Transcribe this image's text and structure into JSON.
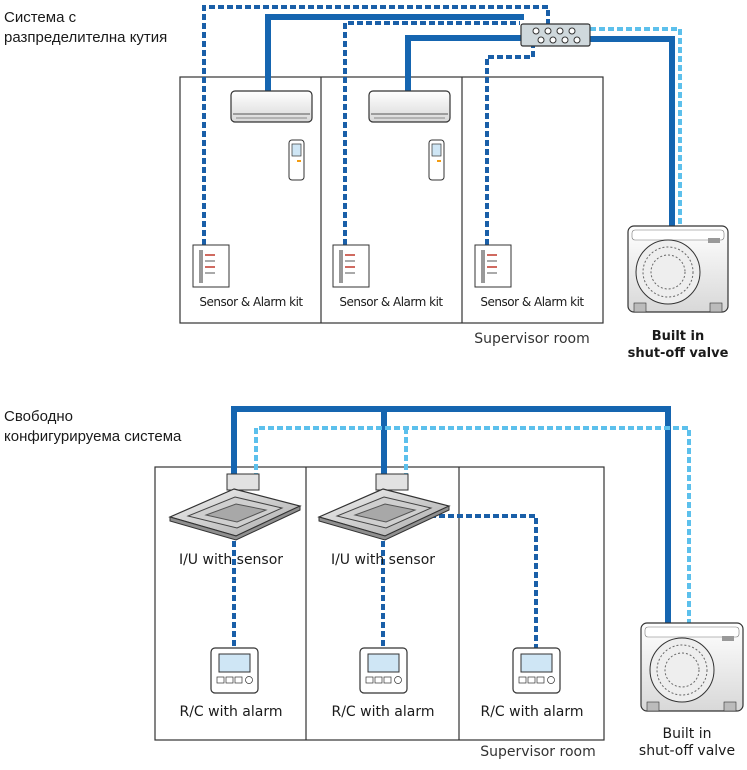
{
  "top": {
    "caption": [
      "Система с",
      "разпределителна кутия"
    ],
    "rooms": [
      {
        "kit_label": "Sensor & Alarm kit"
      },
      {
        "kit_label": "Sensor & Alarm kit"
      },
      {
        "kit_label": "Sensor & Alarm kit"
      }
    ],
    "supervisor_label": "Supervisor room",
    "outdoor_label": [
      "Built in",
      "shut-off valve"
    ]
  },
  "bottom": {
    "caption": [
      "Свободно",
      "конфигурируема система"
    ],
    "iu_labels": [
      "I/U with sensor",
      "I/U with sensor"
    ],
    "rc_labels": [
      "R/C with alarm",
      "R/C with alarm",
      "R/C with alarm"
    ],
    "supervisor_label": "Supervisor room",
    "outdoor_label": [
      "Built in",
      "shut-off valve"
    ]
  },
  "colors": {
    "pipe_solid": "#1565b0",
    "pipe_dashed_dark": "#1a5fa8",
    "pipe_dashed_light": "#5cc0ec",
    "room_border": "#333333"
  }
}
